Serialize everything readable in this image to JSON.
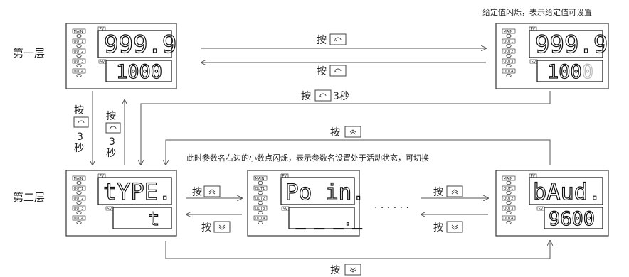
{
  "layers": {
    "first": "第一层",
    "second": "第二层"
  },
  "top_note": "给定值闪烁，表示给定值可设置",
  "mid_note": "此时参数名右边的小数点闪烁，表示参数名设置处于活动状态，可切换",
  "press": "按",
  "three": "3",
  "seconds": "秒",
  "three_seconds": "3秒",
  "dots": "· · · · · ·",
  "indicators": [
    "MAIN",
    "OUT1",
    "OUT2",
    "OUT3",
    "OUT4"
  ],
  "pv_label": "PV",
  "sv_label": "SV",
  "panels": {
    "l1_left": {
      "pv": "999.9",
      "sv": "1000"
    },
    "l1_right": {
      "pv": "999.9",
      "sv_main": "100",
      "sv_blink": "0"
    },
    "l2_a": {
      "pv": "tYPE.",
      "sv": "t"
    },
    "l2_b": {
      "pv": "Po in.",
      "sv": "_ _ _._"
    },
    "l2_c": {
      "pv": "bAud.",
      "sv": "9600"
    }
  },
  "icons": {
    "cycle": "cycle-key-icon",
    "up": "up-key-icon",
    "down": "down-key-icon"
  }
}
